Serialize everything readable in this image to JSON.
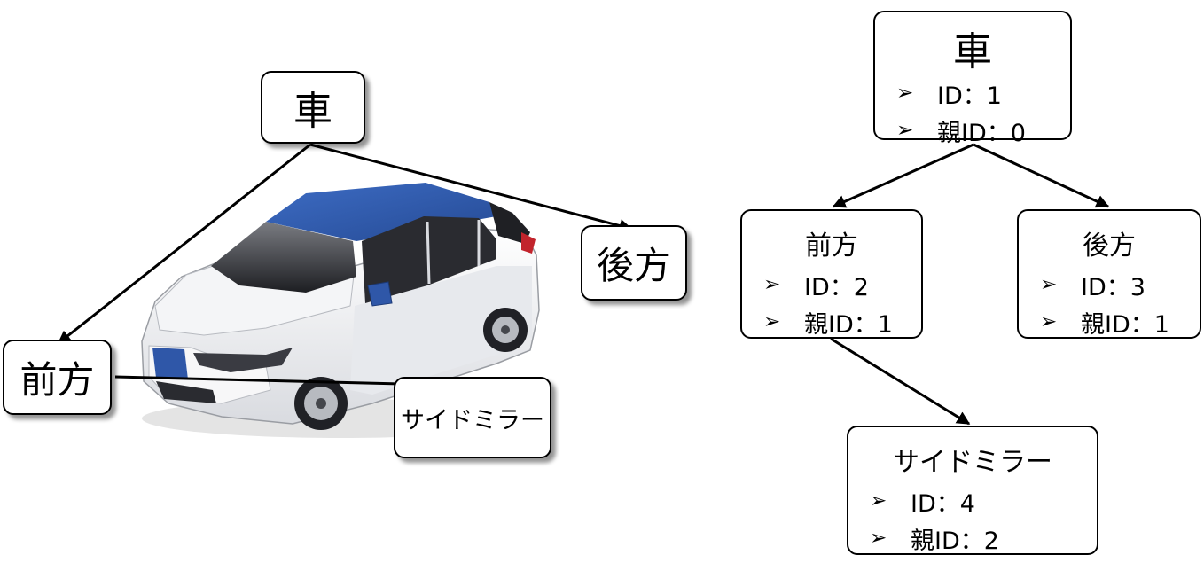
{
  "left_labels": {
    "car": "車",
    "front": "前方",
    "rear": "後方",
    "side_mirror": "サイドミラー"
  },
  "tree": {
    "bullet": "➢",
    "car": {
      "title": "車",
      "items": [
        "ID：1",
        "親ID：0"
      ]
    },
    "front": {
      "title": "前方",
      "items": [
        "ID：2",
        "親ID：1"
      ]
    },
    "rear": {
      "title": "後方",
      "items": [
        "ID：3",
        "親ID：1"
      ]
    },
    "side_mirror": {
      "title": "サイドミラー",
      "items": [
        "ID：4",
        "親ID：2"
      ]
    }
  },
  "colors": {
    "car_roof": "#2f57a8",
    "car_body": "#f2f3f5",
    "line": "#000000"
  }
}
